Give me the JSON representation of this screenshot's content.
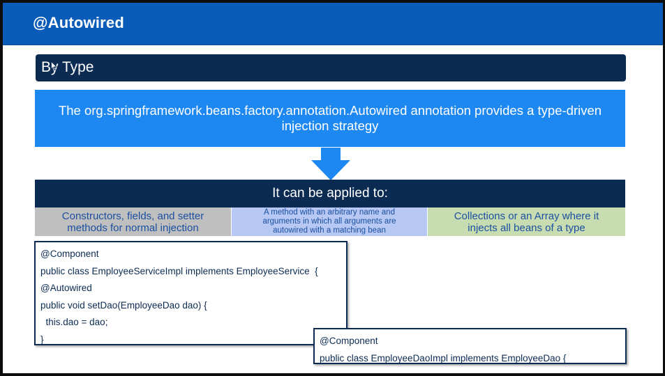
{
  "slide": {
    "title": "@Autowired",
    "subtitle": "By Type",
    "description": "The org.springframework.beans.factory.annotation.Autowired annotation provides a type-driven injection strategy",
    "applied_header": "It can be applied to:",
    "applied_items": [
      "Constructors, fields, and setter methods for normal injection",
      "A method with an arbitrary name and arguments in which all arguments are autowired with a matching bean",
      "Collections or an Array where it injects all beans of a type"
    ],
    "code_blocks": [
      {
        "lines": [
          "@Component",
          "public class EmployeeServiceImpl implements EmployeeService  {",
          "@Autowired",
          "public void setDao(EmployeeDao dao) {",
          "  this.dao = dao;",
          "}"
        ]
      },
      {
        "lines": [
          "@Component",
          "public class EmployeeDaoImpl implements EmployeeDao {"
        ]
      }
    ]
  },
  "colors": {
    "title_bar": "#0b5cb8",
    "dark_navy": "#0c2b53",
    "description_blue": "#1e88f2",
    "cell_gray": "#bfbfbf",
    "cell_blue": "#b6c8f3",
    "cell_green": "#c8dcb2",
    "cell_text": "#1b4fa0"
  },
  "icons": {
    "arrow": "down-arrow-icon",
    "cursor": "mouse-pointer-icon"
  }
}
